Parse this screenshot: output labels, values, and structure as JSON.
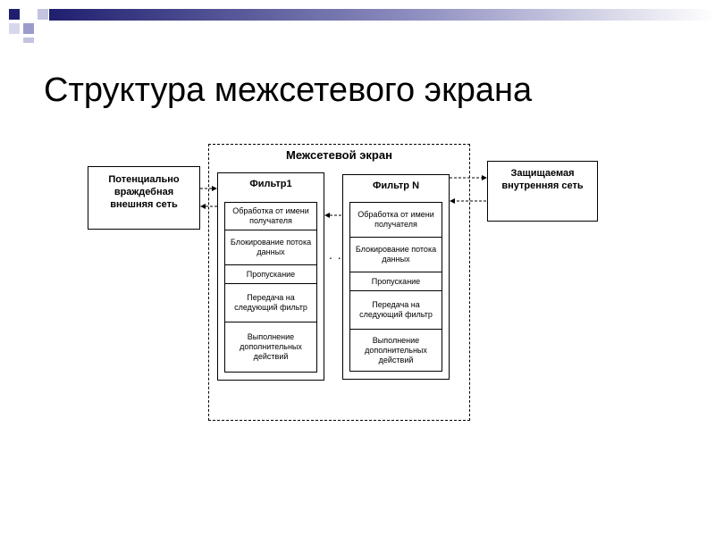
{
  "slide": {
    "title": "Структура межсетевого экрана"
  },
  "diagram": {
    "external": "Потенциально враждебная внешняя сеть",
    "internal": "Защищаемая внутренняя сеть",
    "firewall_label": "Межсетевой экран",
    "filter1": {
      "title": "Фильтр1",
      "cells": [
        "Обработка от имени получателя",
        "Блокирование потока данных",
        "Пропускание",
        "Передача на следующий фильтр",
        "Выполнение дополнительных действий"
      ]
    },
    "filterN": {
      "title": "Фильтр N",
      "cells": [
        "Обработка от имени получателя",
        "Блокирование потока данных",
        "Пропускание",
        "Передача на следующий фильтр",
        "Выполнение дополнительных действий"
      ]
    },
    "ellipsis": ". ."
  },
  "theme": {
    "accent": "#2e2e7a"
  }
}
